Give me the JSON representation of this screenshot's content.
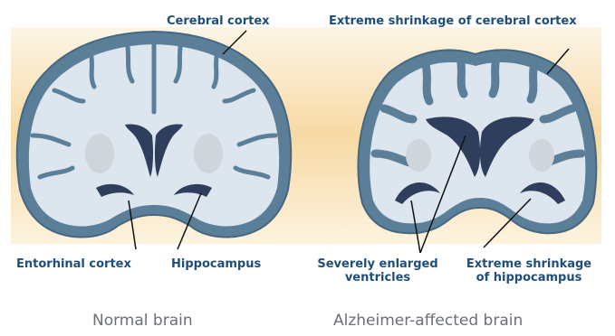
{
  "labels": {
    "normal_cortex": "Cerebral cortex",
    "ad_cortex": "Extreme shrinkage of cerebral cortex",
    "entorhinal": "Entorhinal cortex",
    "hippocampus": "Hippocampus",
    "ventricles": "Severely enlarged ventricles",
    "ad_hippocampus": "Extreme shrinkage of hippocampus"
  },
  "titles": {
    "normal": "Normal brain",
    "alzheimer": "Alzheimer-affected brain"
  },
  "colors": {
    "label_text": "#1f4e79",
    "title_text": "#6b6f76",
    "background_band": "#f7d9a3",
    "cortex_edge": "#5c7f99",
    "white_matter": "#dde5ee",
    "ventricle": "#2e3e5c"
  }
}
